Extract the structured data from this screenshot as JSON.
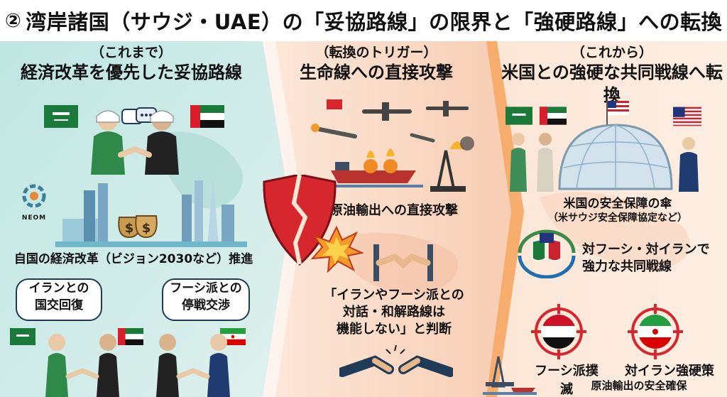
{
  "title": {
    "number": "②",
    "text": "湾岸諸国（サウジ・UAE）の「妥協路線」の限界と「強硬路線」への転換"
  },
  "colors": {
    "left_bg": "#cdebe8",
    "middle_bg": "#fbd9c4",
    "right_bg": "#fde5d3",
    "arrow": "#f4a25c",
    "saudi_green": "#1b7a3a",
    "uae_red": "#d81e2c",
    "shield_red": "#d6262e",
    "navy": "#1f3b57"
  },
  "left": {
    "subtitle": "（これまで）",
    "heading": "経済改革を優先した妥協路線",
    "reform_label": "自国の経済改革（ビジョン2030など）推進",
    "neom_logo": "NEOM",
    "bubble_iran": [
      "イランとの",
      "国交回復"
    ],
    "bubble_houthi": [
      "フーシ派との",
      "停戦交渉"
    ]
  },
  "middle": {
    "subtitle": "（転換のトリガー）",
    "heading": "生命線への直接攻撃",
    "attack_label": "原油輸出への直接攻撃",
    "judgement": [
      "「イランやフーシ派との",
      "対話・和解路線は",
      "機能しない」と判断"
    ]
  },
  "right": {
    "subtitle": "（これから）",
    "heading": "米国との強硬な共同戦線へ転換",
    "umbrella_label": "米国の安全保障の傘",
    "umbrella_sub": "（米サウジ安全保障協定など）",
    "joint_front": [
      "対フーシ・対イランで",
      "強力な共同戦線"
    ],
    "target_houthi": "フーシ派撲滅",
    "target_iran": "対イラン強硬策",
    "oil_security": "原油輸出の安全確保"
  },
  "icons": [
    "saudi-flag-icon",
    "uae-flag-icon",
    "iran-flag-icon",
    "usa-flag-icon",
    "yemen-flag-icon",
    "handshake-icon",
    "speech-bubble-icon",
    "money-bag-icon",
    "city-skyline-icon",
    "broken-shield-icon",
    "explosion-icon",
    "drone-icon",
    "missile-icon",
    "tanker-icon",
    "oil-rig-icon",
    "dome-shield-icon",
    "target-icon",
    "cycle-arrows-icon"
  ]
}
